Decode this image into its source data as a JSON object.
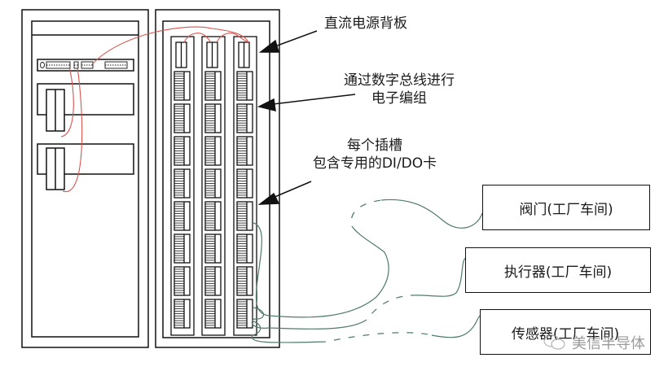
{
  "labels": {
    "dc_backplane": "直流电源背板",
    "digital_bus_line1": "通过数字总线进行",
    "digital_bus_line2": "电子编组",
    "slot_line1": "每个插槽",
    "slot_line2": "包含专用的DI/DO卡"
  },
  "field_devices": [
    {
      "name": "valve",
      "label": "阀门(工厂车间)"
    },
    {
      "name": "actuator",
      "label": "执行器(工厂车间)"
    },
    {
      "name": "sensor",
      "label": "传感器(工厂车间)"
    }
  ],
  "watermark": {
    "icon": "wechat-icon",
    "text": "美信半导体"
  },
  "colors": {
    "line": "#111111",
    "power_wire": "#d9534f",
    "field_wire": "#4f7a6a"
  },
  "rack": {
    "columns": 3,
    "io_rows": 8
  }
}
